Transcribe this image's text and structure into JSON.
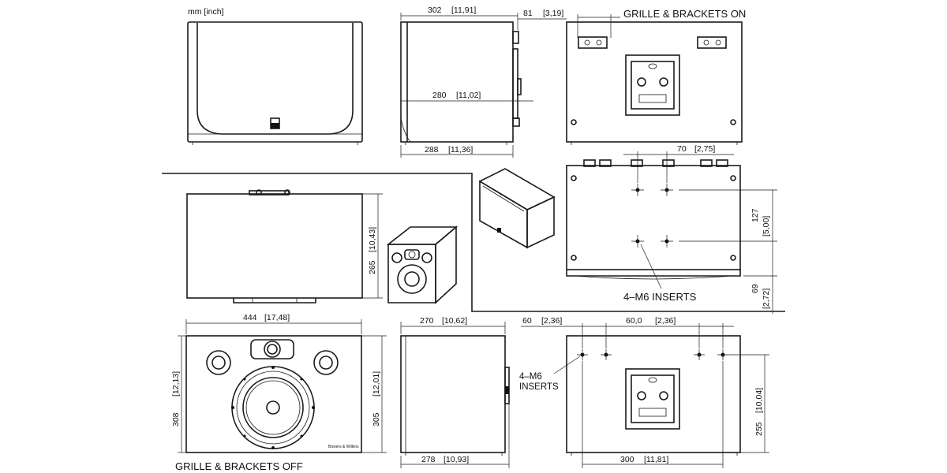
{
  "units_label": "mm [inch]",
  "labels": {
    "grille_on": "GRILLE & BRACKETS ON",
    "grille_off": "GRILLE & BRACKETS OFF",
    "inserts_right": "4–M6  INSERTS",
    "inserts_bottom_1": "4–M6",
    "inserts_bottom_2": "INSERTS",
    "brand": "Bowers & Wilkins"
  },
  "dimensions": {
    "d302": "302",
    "d302i": "[11,91]",
    "d81": "81",
    "d81i": "[3,19]",
    "d280": "280",
    "d280i": "[11,02]",
    "d288": "288",
    "d288i": "[11,36]",
    "d70": "70",
    "d70i": "[2,75]",
    "d127": "127",
    "d127i": "[5,00]",
    "d69": "69",
    "d69i": "[2,72]",
    "d265": "265",
    "d265i": "[10,43]",
    "d444": "444",
    "d444i": "[17,48]",
    "d308": "308",
    "d308i": "[12,13]",
    "d305": "305",
    "d305i": "[12,01]",
    "d270": "270",
    "d270i": "[10,62]",
    "d278": "278",
    "d278i": "[10,93]",
    "d60": "60",
    "d60i": "[2,36]",
    "d600": "60,0",
    "d600i": "[2,36]",
    "d300": "300",
    "d300i": "[11,81]",
    "d255": "255",
    "d255i": "[10,04]"
  }
}
